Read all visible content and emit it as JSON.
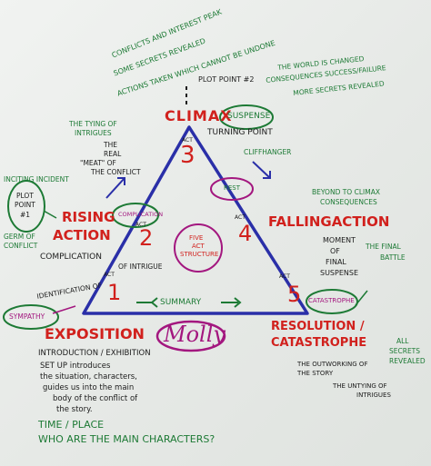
{
  "top_notes": {
    "line1": "CONFLICTS AND INTEREST PEAK",
    "line2": "SOME SECRETS REVEALED",
    "line3": "ACTIONS TAKEN WHICH CANNOT BE UNDONE"
  },
  "plot_point_2": "PLOT POINT #2",
  "climax": {
    "title": "CLIMAX",
    "suspense": "SUSPENSE",
    "turning_point": "TURNING POINT",
    "cliffhanger": "CLIFFHANGER"
  },
  "right_top_notes": {
    "line1": "THE WORLD IS CHANGED",
    "line2": "CONSEQUENCES SUCCESS/FAILURE",
    "line3": "MORE SECRETS REVEALED"
  },
  "left_top_notes": {
    "line1": "THE TYING OF",
    "line2": "INTRIGUES",
    "line3": "THE",
    "line4": "REAL",
    "line5": "\"MEAT\" OF",
    "line6": "THE CONFLICT"
  },
  "acts": {
    "act_label": "ACT",
    "act1": "1",
    "act2": "2",
    "act3": "3",
    "act4": "4",
    "act5": "5"
  },
  "rising": {
    "title_line1": "RISING",
    "title_line2": "ACTION",
    "complication_circle": "COMPLICATION",
    "complication": "COMPLICATION",
    "of_intrigue": "OF INTRIGUE"
  },
  "falling": {
    "title": "FALLINGACTION",
    "rest": "REST",
    "beyond_line1": "BEYOND TO CLIMAX",
    "beyond_line2": "CONSEQUENCES",
    "moment_line1": "MOMENT",
    "moment_line2": "OF",
    "moment_line3": "FINAL",
    "moment_line4": "SUSPENSE",
    "final_battle_line1": "THE FINAL",
    "final_battle_line2": "BATTLE"
  },
  "inciting": {
    "title": "INCITING INCIDENT",
    "plot_point_line1": "PLOT",
    "plot_point_line2": "POINT",
    "plot_point_line3": "#1",
    "germ_line1": "GERM OF",
    "germ_line2": "CONFLICT"
  },
  "center": {
    "line1": "FIVE",
    "line2": "ACT",
    "line3": "STRUCTURE"
  },
  "base": {
    "summary": "SUMMARY",
    "identification": "IDENTIFICATION OF",
    "sympathy": "SYMPATHY",
    "catastrophe_circle": "CATASTROPHE"
  },
  "exposition": {
    "title": "EXPOSITION",
    "molly": "Molly",
    "intro": "INTRODUCTION / EXHIBITION",
    "setup_line1": "SET UP introduces",
    "setup_line2": "the situation, characters,",
    "setup_line3": "guides us into the main",
    "setup_line4": "body of the conflict of",
    "setup_line5": "the story.",
    "time_place": "TIME / PLACE",
    "who": "WHO ARE THE MAIN CHARACTERS?"
  },
  "resolution": {
    "title_line1": "RESOLUTION /",
    "title_line2": "CATASTROPHE",
    "outworking_line1": "THE OUTWORKING OF",
    "outworking_line2": "THE STORY",
    "untying_line1": "THE UNTYING OF",
    "untying_line2": "INTRIGUES",
    "secrets_line1": "ALL",
    "secrets_line2": "SECRETS",
    "secrets_line3": "REVEALED"
  },
  "colors": {
    "triangle": "#2a2fa8",
    "red_marker": "#d1211d",
    "green_marker": "#1d7a35",
    "black_marker": "#1b1b1b",
    "purple_marker": "#a3177f",
    "whiteboard": "#e9ece9"
  }
}
